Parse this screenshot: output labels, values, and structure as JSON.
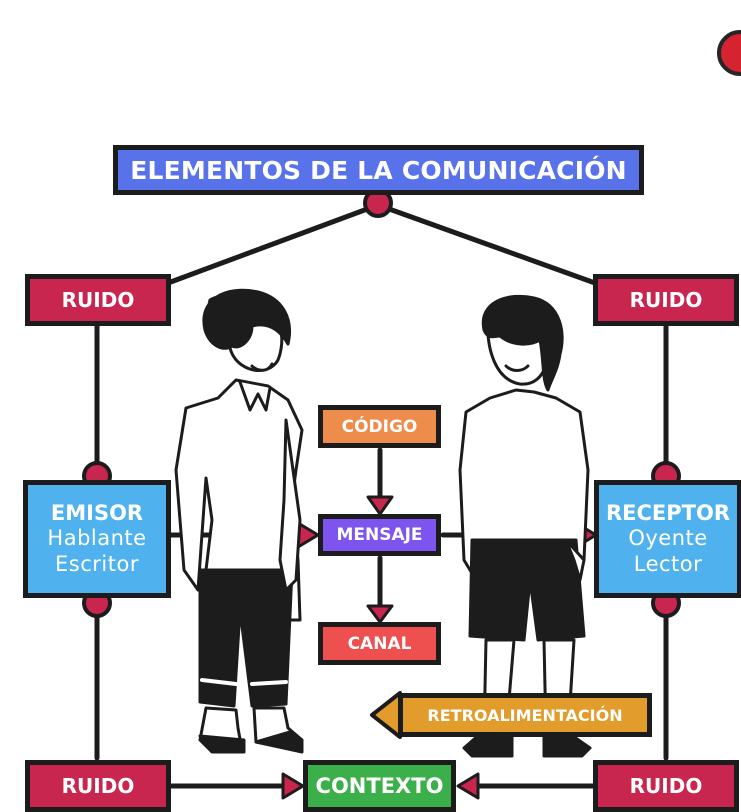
{
  "title": "ELEMENTOS DE LA COMUNICACIÓN",
  "noise": {
    "top_left": "RUIDO",
    "top_right": "RUIDO",
    "bottom_left": "RUIDO",
    "bottom_right": "RUIDO"
  },
  "emisor": {
    "heading": "EMISOR",
    "line1": "Hablante",
    "line2": "Escritor"
  },
  "receptor": {
    "heading": "RECEPTOR",
    "line1": "Oyente",
    "line2": "Lector"
  },
  "codigo": "CÓDIGO",
  "mensaje": "MENSAJE",
  "canal": "CANAL",
  "retroalimentacion": "RETROALIMENTACIÓN",
  "contexto": "CONTEXTO",
  "colors": {
    "title": "#5872ea",
    "ruido": "#c8254f",
    "emisor_receptor": "#4fb2ee",
    "codigo": "#ee8c4c",
    "mensaje": "#7d54ee",
    "canal": "#ee4f4f",
    "retroalimentacion": "#e19c2c",
    "contexto": "#3bb04a",
    "connector": "#c8254f",
    "outline": "#1c1c1c"
  },
  "icons": [
    "brand-logo-icon",
    "speaker-person-icon",
    "listener-person-icon"
  ]
}
